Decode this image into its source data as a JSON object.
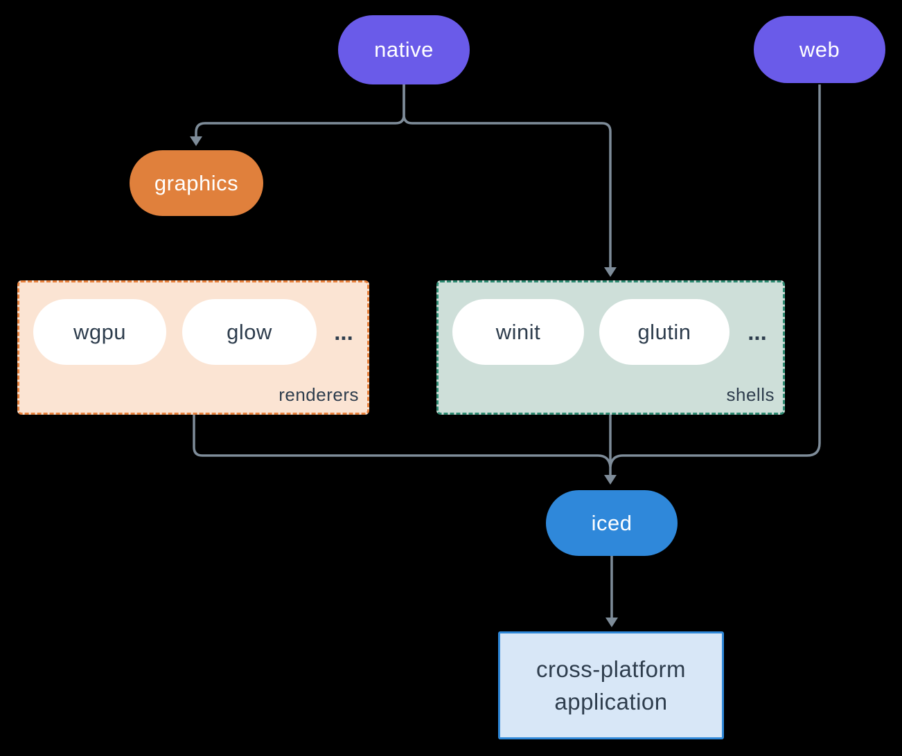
{
  "colors": {
    "background": "#000000",
    "line": "#7e8c99",
    "purple": "#6a5be9",
    "orange": "#e0803c",
    "blue": "#2f88da",
    "peach-fill": "#fbe4d3",
    "orange-border": "#e8823e",
    "sage-fill": "#cedfd9",
    "teal-border": "#2e8b72",
    "app-fill": "#d8e7f7",
    "app-border": "#2f88d8",
    "dark-text": "#2e3d4d",
    "white-text": "#ffffff"
  },
  "nodes": {
    "native": "native",
    "web": "web",
    "graphics": "graphics",
    "iced": "iced"
  },
  "groups": {
    "renderers": {
      "label": "renderers",
      "items": [
        "wgpu",
        "glow"
      ],
      "ellipsis": "..."
    },
    "shells": {
      "label": "shells",
      "items": [
        "winit",
        "glutin"
      ],
      "ellipsis": "..."
    }
  },
  "app": {
    "line1": "cross-platform",
    "line2": "application"
  }
}
